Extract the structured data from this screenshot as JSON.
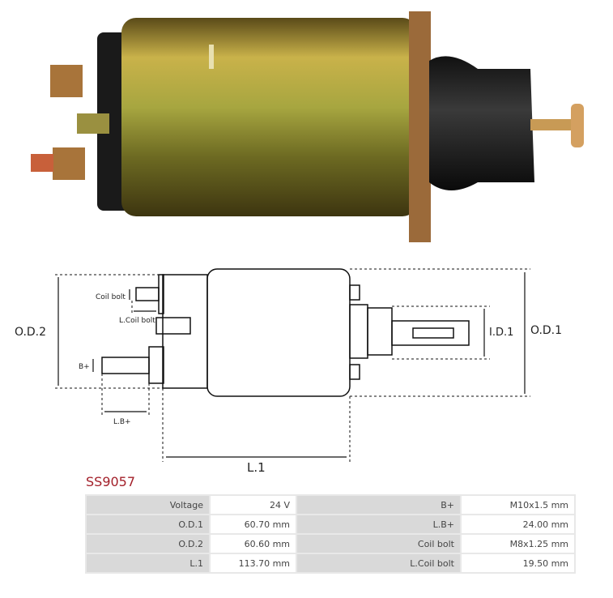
{
  "product_code": "SS9057",
  "diagram_labels": {
    "od2": "O.D.2",
    "od1": "O.D.1",
    "id1": "I.D.1",
    "l1": "L.1",
    "coil_bolt": "Coil bolt",
    "l_coil_bolt": "L.Coil bolt",
    "b_plus": "B+",
    "l_b_plus": "L.B+"
  },
  "specs": [
    {
      "label1": "Voltage",
      "value1": "24 V",
      "label2": "B+",
      "value2": "M10x1.5 mm"
    },
    {
      "label1": "O.D.1",
      "value1": "60.70 mm",
      "label2": "L.B+",
      "value2": "24.00 mm"
    },
    {
      "label1": "O.D.2",
      "value1": "60.60 mm",
      "label2": "Coil bolt",
      "value2": "M8x1.25 mm"
    },
    {
      "label1": "L.1",
      "value1": "113.70 mm",
      "label2": "L.Coil bolt",
      "value2": "19.50 mm"
    }
  ]
}
